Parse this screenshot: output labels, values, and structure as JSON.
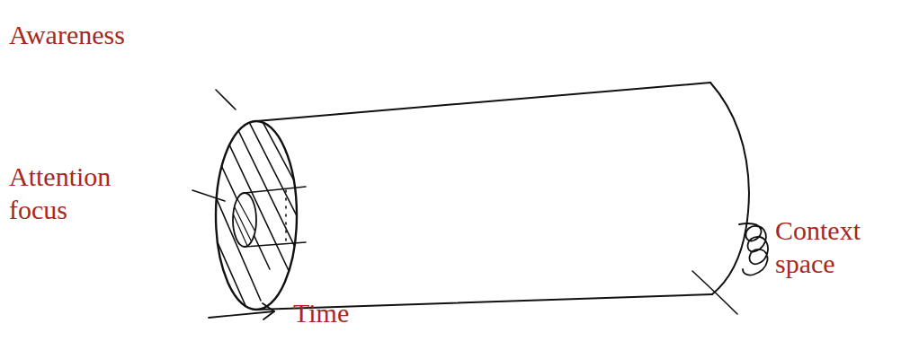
{
  "diagram": {
    "labels": [
      "Awareness",
      "Attention focus",
      "Context space",
      "Time"
    ]
  }
}
